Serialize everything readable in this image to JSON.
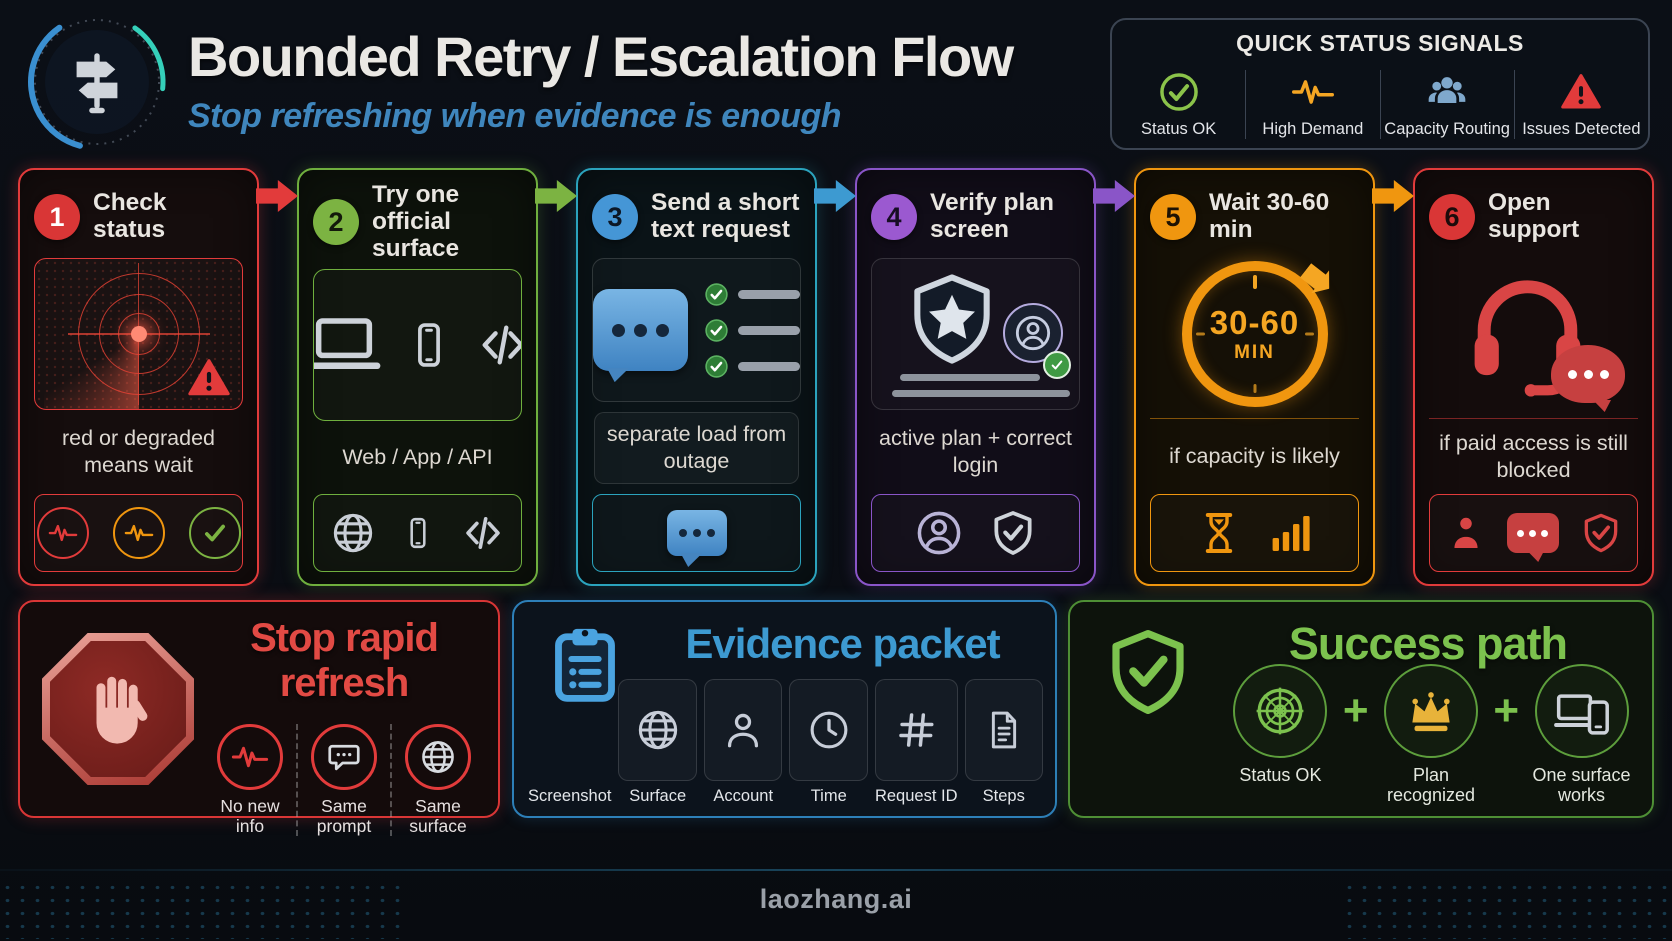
{
  "header": {
    "title": "Bounded Retry / Escalation Flow",
    "subtitle": "Stop refreshing when evidence is enough",
    "logo_icon": "signpost-icon"
  },
  "quick_status": {
    "title": "QUICK STATUS SIGNALS",
    "items": [
      {
        "label": "Status OK",
        "icon": "check-circle-icon",
        "color": "#8bc34a"
      },
      {
        "label": "High Demand",
        "icon": "pulse-waveform-icon",
        "color": "#f5a623"
      },
      {
        "label": "Capacity Routing",
        "icon": "people-group-icon",
        "color": "#7fa8cc"
      },
      {
        "label": "Issues Detected",
        "icon": "warning-triangle-icon",
        "color": "#e23b3b"
      }
    ]
  },
  "steps": [
    {
      "number": "1",
      "title": "Check status",
      "caption": "red or degraded means wait",
      "accent": "#e23b3b",
      "main_icon": "radar-world-map-icon",
      "footer_icons": [
        "pulse-red-icon",
        "pulse-orange-icon",
        "check-green-icon"
      ]
    },
    {
      "number": "2",
      "title": "Try one official surface",
      "caption": "Web / App / API",
      "accent": "#6faf3e",
      "main_icon": "laptop-phone-code-icons",
      "footer_icons": [
        "globe-icon",
        "phone-icon",
        "code-icon"
      ]
    },
    {
      "number": "3",
      "title": "Send a short text request",
      "caption": "separate load from outage",
      "accent": "#2ba3bd",
      "main_icon": "chat-bubble-checklist-icon",
      "footer_icons": [
        "chat-bubble-icon"
      ]
    },
    {
      "number": "4",
      "title": "Verify plan screen",
      "caption": "active plan + correct login",
      "accent": "#8a55c8",
      "main_icon": "shield-star-user-icon",
      "footer_icons": [
        "user-circle-icon",
        "shield-check-icon"
      ]
    },
    {
      "number": "5",
      "title": "Wait 30-60 min",
      "caption": "if capacity is likely",
      "accent": "#f0960f",
      "main_icon": "timer-icon",
      "timer_value": "30-60",
      "timer_unit": "MIN",
      "footer_icons": [
        "hourglass-icon",
        "bar-chart-icon"
      ]
    },
    {
      "number": "6",
      "title": "Open support",
      "caption": "if paid access is still blocked",
      "accent": "#e23b3b",
      "main_icon": "headset-chat-icon",
      "footer_icons": [
        "person-icon",
        "chat-bubble-icon",
        "shield-check-icon"
      ]
    }
  ],
  "stop_panel": {
    "title": "Stop rapid refresh",
    "accent": "#e23b3b",
    "main_icon": "stop-hand-icon",
    "items": [
      {
        "label": "No new info",
        "icon": "pulse-waveform-icon"
      },
      {
        "label": "Same prompt",
        "icon": "chat-bubble-icon"
      },
      {
        "label": "Same surface",
        "icon": "globe-icon"
      }
    ]
  },
  "evidence_panel": {
    "title": "Evidence packet",
    "accent": "#3d9ad1",
    "main_icon": "clipboard-icon",
    "items": [
      {
        "label": "Screenshot",
        "icon": "clipboard-icon"
      },
      {
        "label": "Surface",
        "icon": "globe-icon"
      },
      {
        "label": "Account",
        "icon": "user-icon"
      },
      {
        "label": "Time",
        "icon": "clock-icon"
      },
      {
        "label": "Request ID",
        "icon": "hash-icon"
      },
      {
        "label": "Steps",
        "icon": "document-list-icon"
      }
    ]
  },
  "success_panel": {
    "title": "Success path",
    "accent": "#6abf4b",
    "main_icon": "shield-check-icon",
    "plus": "+",
    "items": [
      {
        "label": "Status OK",
        "icon": "radar-icon"
      },
      {
        "label": "Plan recognized",
        "icon": "crown-icon"
      },
      {
        "label": "One surface works",
        "icon": "devices-icon"
      }
    ]
  },
  "footer": {
    "brand": "laozhang.ai"
  }
}
